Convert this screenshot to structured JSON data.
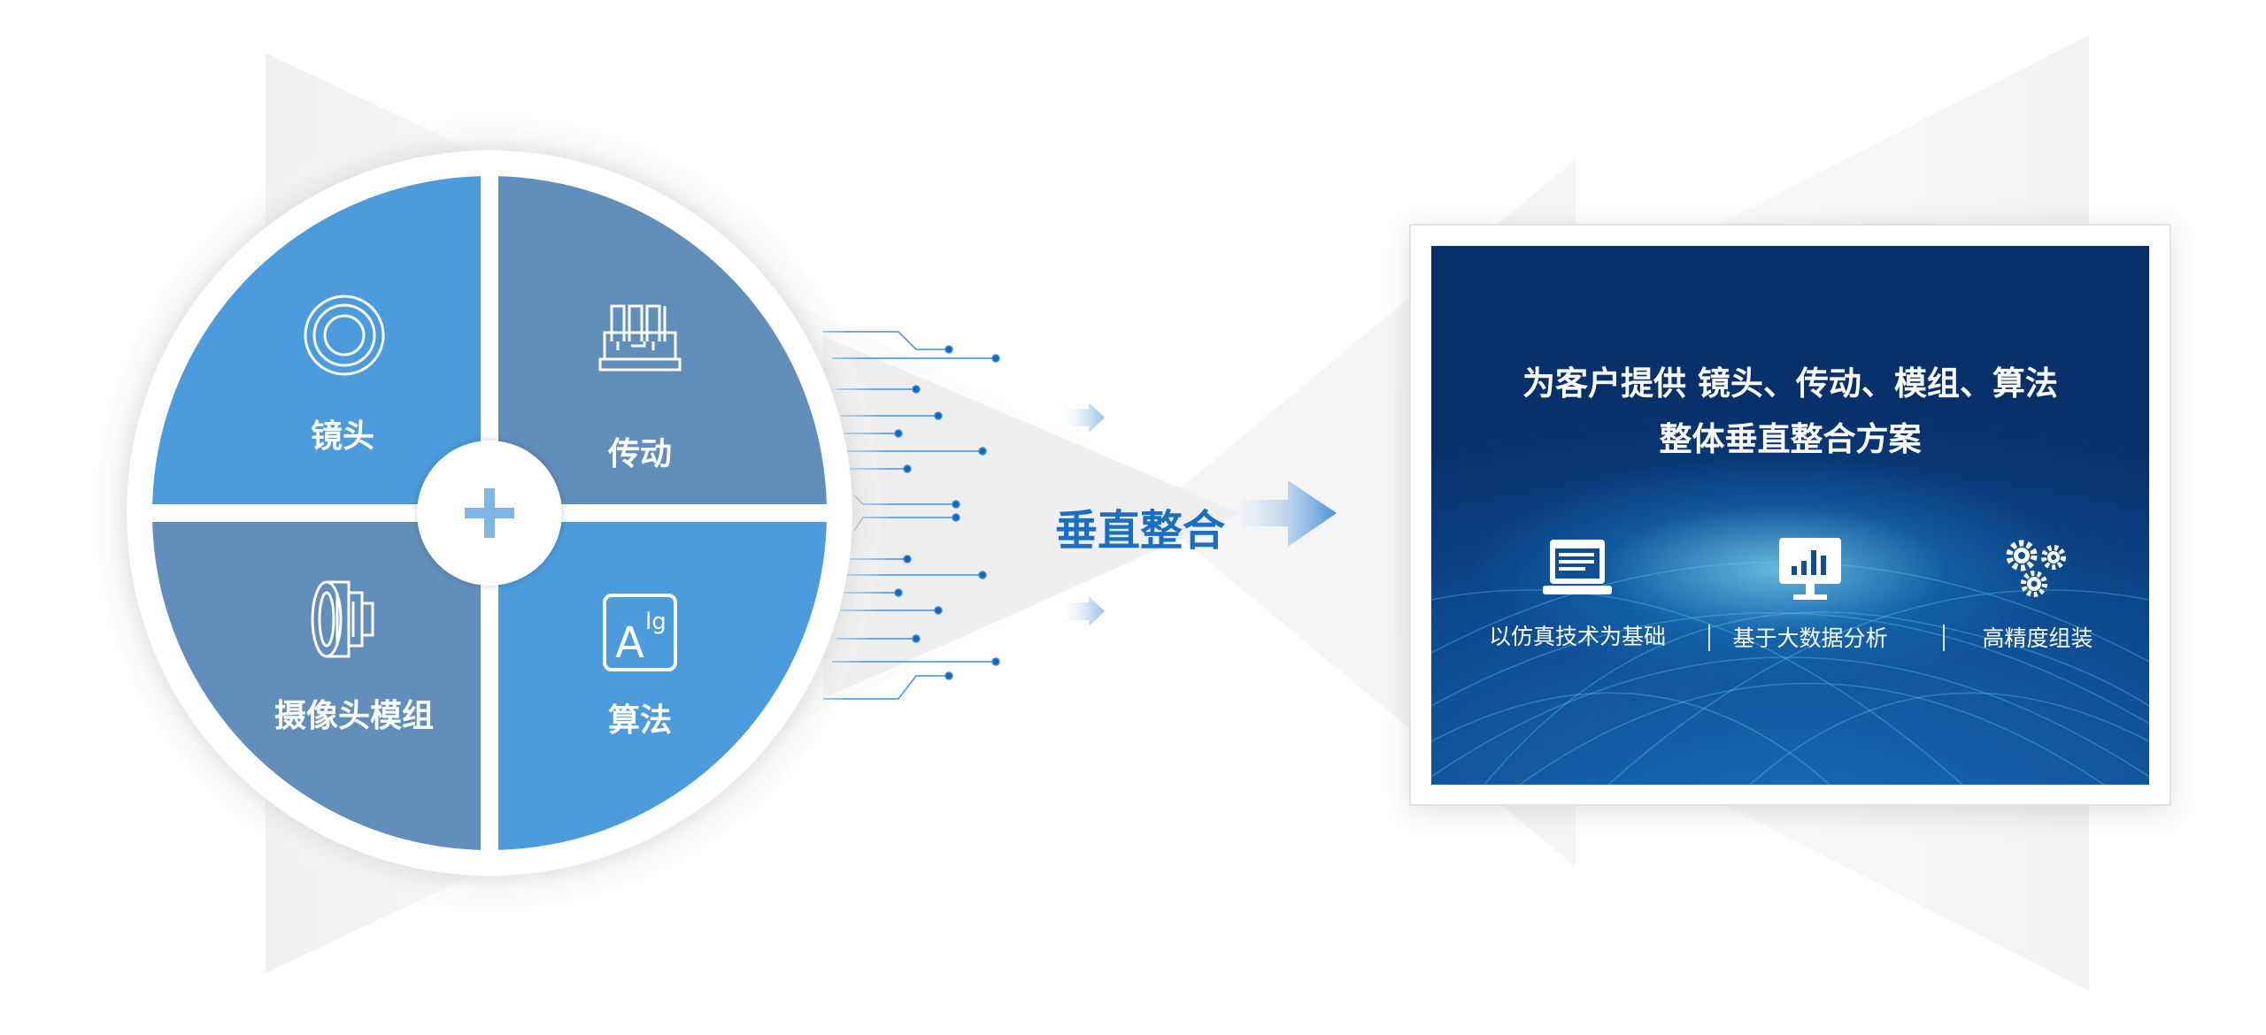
{
  "quadrants": [
    {
      "label": "镜头",
      "icon": "lens-icon"
    },
    {
      "label": "传动",
      "icon": "transmission-icon"
    },
    {
      "label": "摄像头模组",
      "icon": "camera-module-icon"
    },
    {
      "label": "算法",
      "icon": "algorithm-icon"
    }
  ],
  "center_icon": "plus-icon",
  "middle": {
    "label": "垂直整合"
  },
  "panel": {
    "title_line1": "为客户提供 镜头、传动、模组、算法",
    "title_line2": "整体垂直整合方案",
    "features": [
      {
        "label": "以仿真技术为基础",
        "icon": "laptop-document-icon"
      },
      {
        "label": "基于大数据分析",
        "icon": "monitor-chart-icon"
      },
      {
        "label": "高精度组装",
        "icon": "gears-icon"
      }
    ]
  },
  "colors": {
    "quad_light": "#4c9bdc",
    "quad_dark": "#628ebc",
    "accent": "#1a6fc4",
    "screen": "#0d4b92"
  }
}
